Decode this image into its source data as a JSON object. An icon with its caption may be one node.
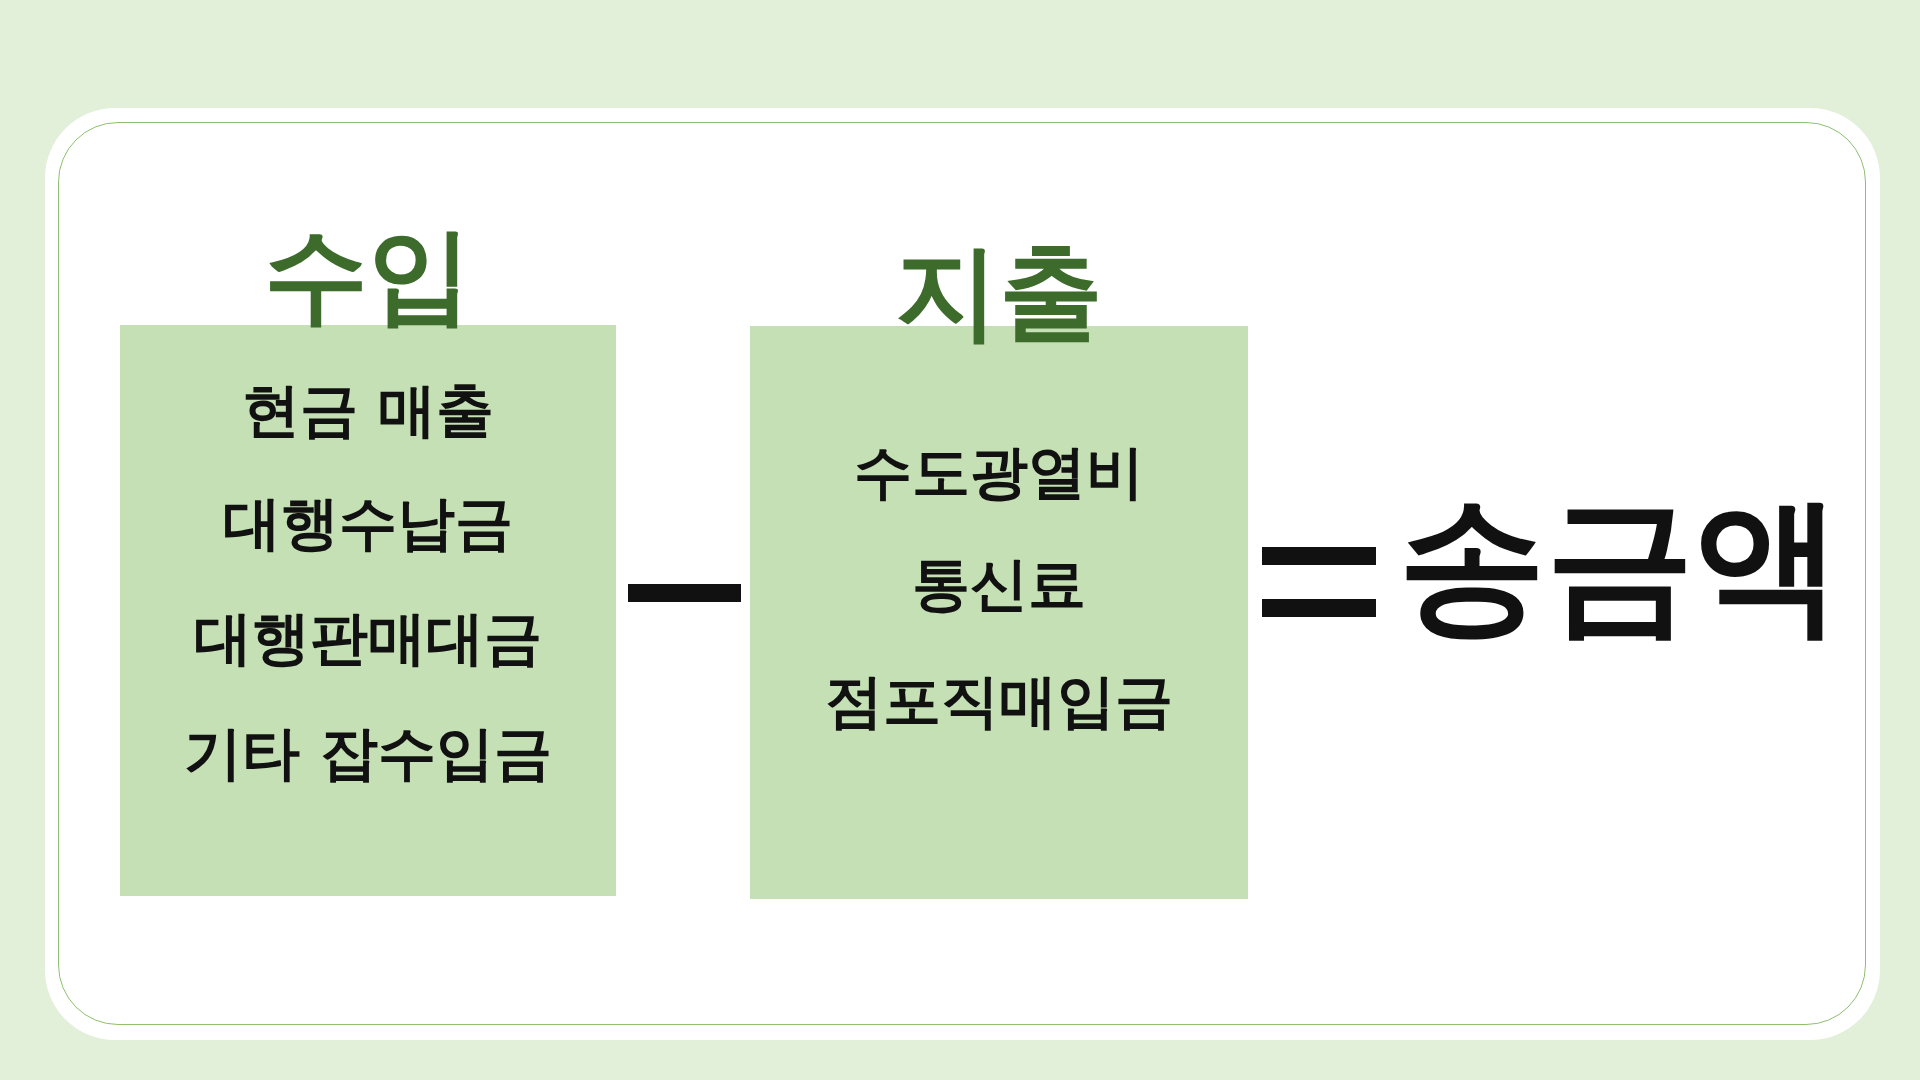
{
  "diagram": {
    "nodes": [
      {
        "text": [
          "수입",
          "현금 매출",
          "대행수납금",
          "대행판매대금",
          "기타 잡수입금"
        ]
      },
      {
        "text": [
          "지출",
          "수도광열비",
          "통신료",
          "점포직매입금"
        ]
      }
    ],
    "labels": [
      "송금액"
    ]
  }
}
